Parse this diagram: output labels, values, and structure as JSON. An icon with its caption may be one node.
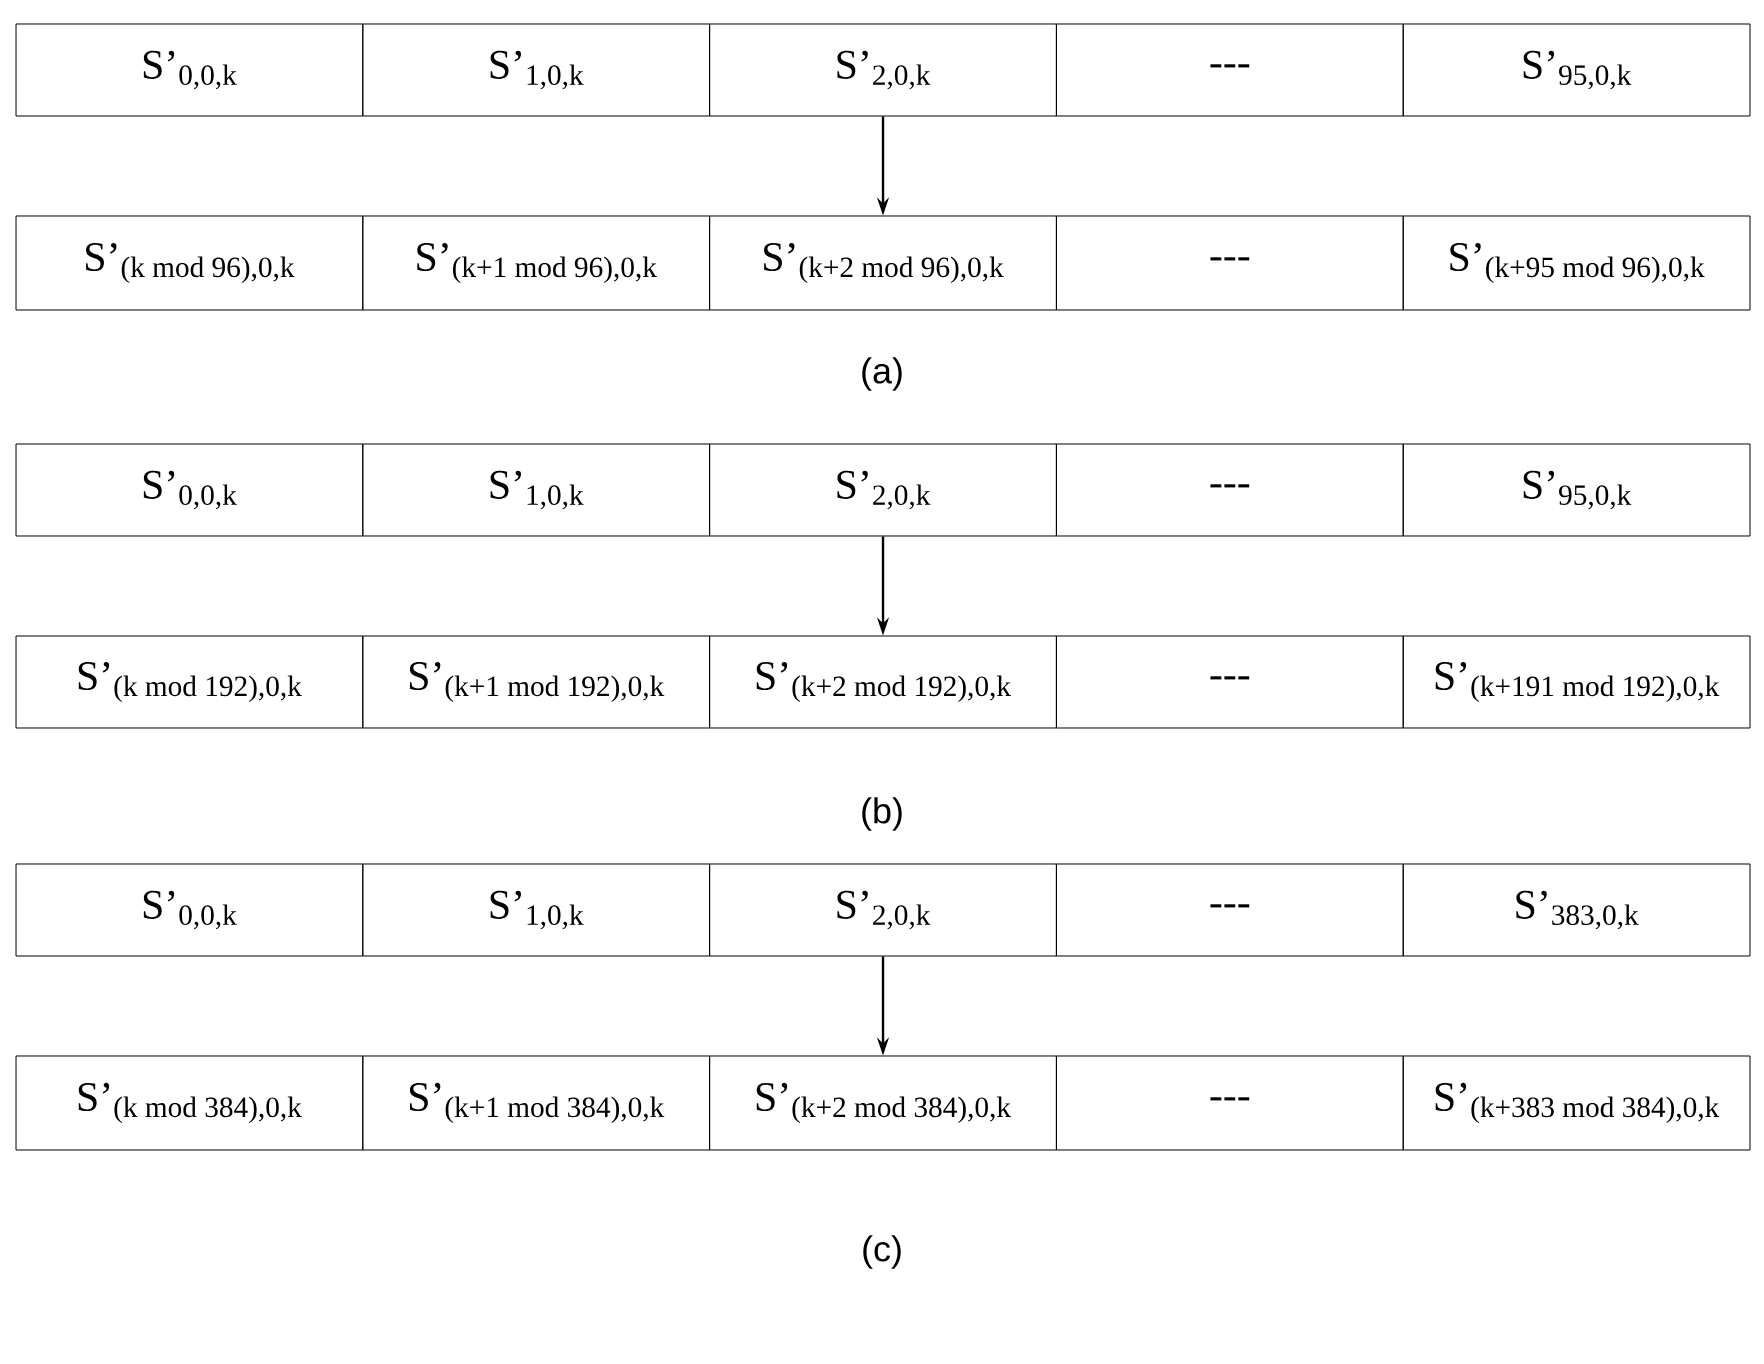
{
  "diagram": {
    "nodes": [
      {
        "text": [
          "\\text{S’}_{\\text{0,0,k}}"
        ]
      },
      {
        "text": [
          "\\text{S’}_{\\text{1,0,k}}"
        ]
      },
      {
        "text": [
          "\\text{S’}_{\\text{2,0,k}}"
        ]
      },
      {
        "text": [
          "\\text{-{}-{}-}"
        ]
      },
      {
        "text": [
          "\\text{S’}_{\\text{95,0,k}}"
        ]
      },
      {
        "text": [
          "\\text{S’}_{\\text{(k mod 96),0,k}}"
        ]
      },
      {
        "text": [
          "\\text{S’}_{\\text{(k+1 mod 96),0,k}}"
        ]
      },
      {
        "text": [
          "\\text{S’}_{\\text{(k+2 mod 96),0,k}}"
        ]
      },
      {
        "text": [
          "\\text{-{}-{}-}"
        ]
      },
      {
        "text": [
          "\\text{S’}_{\\text{(k+95 mod 96),0,k}}"
        ]
      },
      {
        "text": [
          "\\text{S’}_{\\text{0,0,k}}"
        ]
      },
      {
        "text": [
          "\\text{S’}_{\\text{1,0,k}}"
        ]
      },
      {
        "text": [
          "\\text{S’}_{\\text{2,0,k}}"
        ]
      },
      {
        "text": [
          "\\text{-{}-{}-}"
        ]
      },
      {
        "text": [
          "\\text{S’}_{\\text{95,0,k}}"
        ]
      },
      {
        "text": [
          "\\text{S’}_{\\text{(k mod 192),0,k}}"
        ]
      },
      {
        "text": [
          "\\text{S’}_{\\text{(k+1 mod 192),0,k}}"
        ]
      },
      {
        "text": [
          "\\text{S’}_{\\text{(k+2 mod 192),0,k}}"
        ]
      },
      {
        "text": [
          "\\text{-{}-{}-}"
        ]
      },
      {
        "text": [
          "\\text{S’}_{\\text{(k+191 mod 192),0,k}}"
        ]
      },
      {
        "text": [
          "\\text{S’}_{\\text{0,0,k}}"
        ]
      },
      {
        "text": [
          "\\text{S’}_{\\text{1,0,k}}"
        ]
      },
      {
        "text": [
          "\\text{S’}_{\\text{2,0,k}}"
        ]
      },
      {
        "text": [
          "\\text{-{}-{}-}"
        ]
      },
      {
        "text": [
          "\\text{S’}_{\\text{383,0,k}}"
        ]
      },
      {
        "text": [
          "\\text{S’}_{\\text{(k mod 384),0,k}}"
        ]
      },
      {
        "text": [
          "\\text{S’}_{\\text{(k+1 mod 384),0,k}}"
        ]
      },
      {
        "text": [
          "\\text{S’}_{\\text{(k+2 mod 384),0,k}}"
        ]
      },
      {
        "text": [
          "\\text{-{}-{}-}"
        ]
      },
      {
        "text": [
          "\\text{S’}_{\\text{(k+383 mod 384),0,k}}"
        ]
      }
    ],
    "edges": [
      {
        "from": 2,
        "to": 7,
        "arrow": "to"
      },
      {
        "from": 12,
        "to": 17,
        "arrow": "to"
      },
      {
        "from": 22,
        "to": 27,
        "arrow": "to"
      }
    ],
    "labels": [
      "(a)",
      "(b)",
      "(c)"
    ]
  }
}
